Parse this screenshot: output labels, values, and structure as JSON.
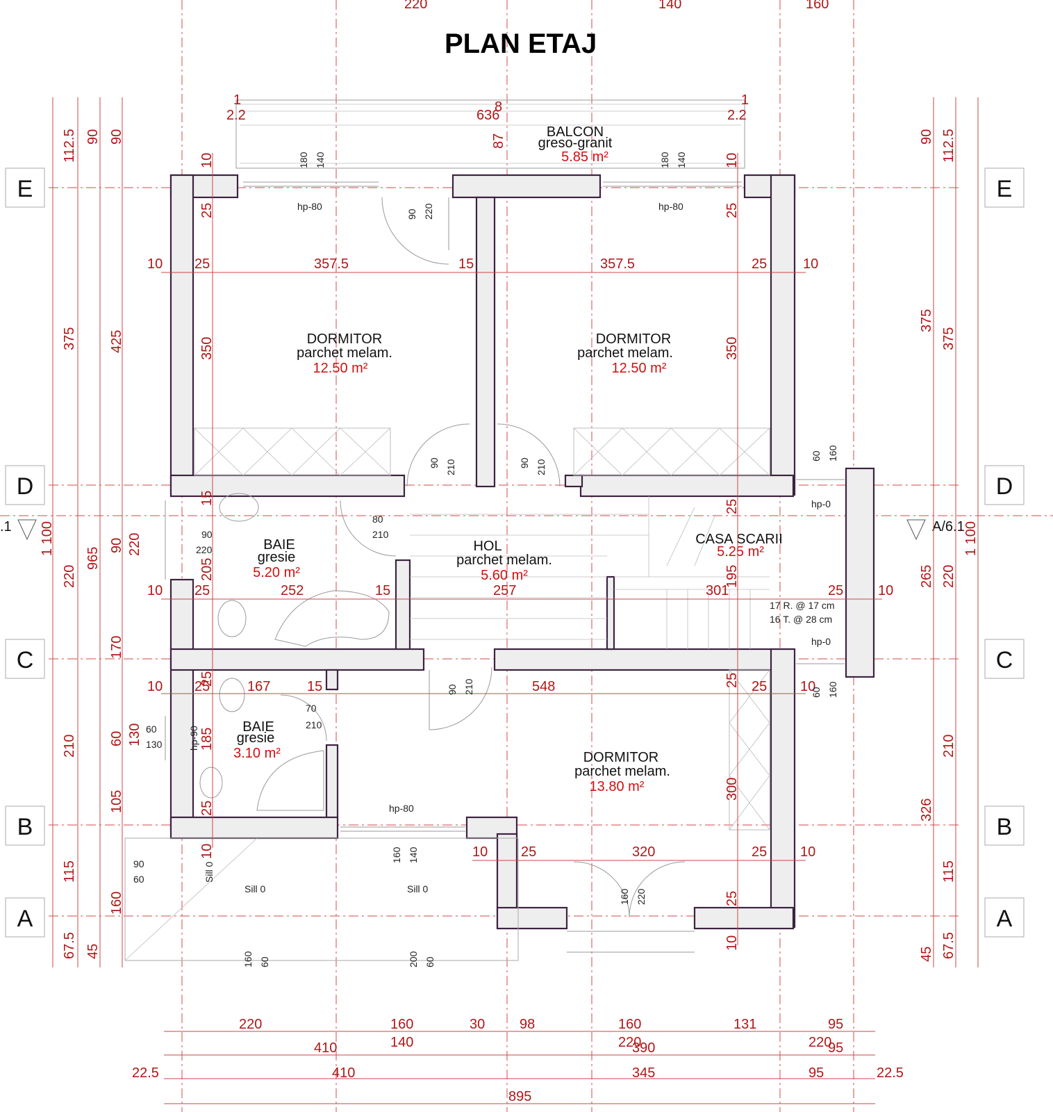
{
  "title": "PLAN ETAJ",
  "axes": {
    "rows": [
      "E",
      "D",
      "C",
      "B",
      "A"
    ],
    "section_marker_left": ".1",
    "section_marker_right": "A/6.1"
  },
  "rooms": [
    {
      "name": "BALCON",
      "finish": "greso-granit",
      "area": "5.85 m²"
    },
    {
      "name": "DORMITOR",
      "finish": "parchet melam.",
      "area": "12.50 m²"
    },
    {
      "name": "DORMITOR",
      "finish": "parchet melam.",
      "area": "12.50 m²"
    },
    {
      "name": "BAIE",
      "finish": "gresie",
      "area": "5.20 m²"
    },
    {
      "name": "HOL",
      "finish": "parchet melam.",
      "area": "5.60 m²"
    },
    {
      "name": "CASA SCARII",
      "finish": "",
      "area": "5.25 m²"
    },
    {
      "name": "BAIE",
      "finish": "gresie",
      "area": "3.10 m²"
    },
    {
      "name": "DORMITOR",
      "finish": "parchet melam.",
      "area": "13.80 m²"
    }
  ],
  "stairs": {
    "risers": "17 R. @ 17 cm",
    "treads": "16 T. @ 28 cm"
  },
  "window_tags": [
    "hp-80",
    "hp-80",
    "hp-0",
    "hp-0",
    "hp-80",
    "hp-90",
    "Sill 0",
    "Sill 0",
    "Sill 0"
  ],
  "top_dims": [
    "220",
    "140",
    "160"
  ],
  "balcony_dims": [
    "1",
    "2.2",
    "636",
    "8",
    "2.2",
    "1",
    "87"
  ],
  "inner_dims_row1": [
    "10",
    "25",
    "357.5",
    "15",
    "357.5",
    "25",
    "10"
  ],
  "inner_dims_row2": [
    "10",
    "25",
    "252",
    "15",
    "257",
    "301",
    "25",
    "10"
  ],
  "inner_dims_row3": [
    "10",
    "25",
    "167",
    "15",
    "548",
    "25",
    "10"
  ],
  "inner_dims_row4": [
    "10",
    "25",
    "320",
    "25",
    "10"
  ],
  "vertical_inner_dims": [
    "10",
    "25",
    "350",
    "15",
    "205",
    "25",
    "185",
    "25",
    "10",
    "10",
    "25",
    "350",
    "25",
    "195",
    "25",
    "300",
    "25",
    "10"
  ],
  "left_dims_outer": [
    "112.5",
    "375",
    "1 100",
    "220",
    "210",
    "115",
    "67.5"
  ],
  "left_dims_mid": [
    "90",
    "965",
    "45"
  ],
  "left_dims_inner": [
    "90",
    "425",
    "90",
    "220",
    "170",
    "60",
    "130",
    "105",
    "160"
  ],
  "right_dims_inner": [
    "90",
    "375",
    "265",
    "326",
    "45"
  ],
  "right_dims_outer": [
    "112.5",
    "375",
    "1 100",
    "220",
    "210",
    "115",
    "67.5"
  ],
  "opening_dims": [
    "180",
    "140",
    "180",
    "140",
    "90",
    "220",
    "90",
    "210",
    "90",
    "210",
    "60",
    "160",
    "80",
    "210",
    "90",
    "220",
    "90",
    "210",
    "70",
    "210",
    "60",
    "130",
    "60",
    "160",
    "90",
    "60",
    "160",
    "140",
    "160",
    "220",
    "160",
    "60",
    "200",
    "60"
  ],
  "bottom_dims_row1": [
    "220",
    "160",
    "30",
    "98",
    "160",
    "131",
    "95"
  ],
  "bottom_dims_row1b": [
    "140",
    "220",
    "220"
  ],
  "bottom_dims_row2": [
    "410",
    "390",
    "95"
  ],
  "bottom_dims_row3": [
    "22.5",
    "410",
    "345",
    "95",
    "22.5"
  ],
  "bottom_total": "895",
  "colors": {
    "dimension": "#b01717",
    "area": "#d01010",
    "wall_stroke": "#3d2340",
    "wall_fill": "#eeeeee",
    "axis": "#d64a4a"
  }
}
